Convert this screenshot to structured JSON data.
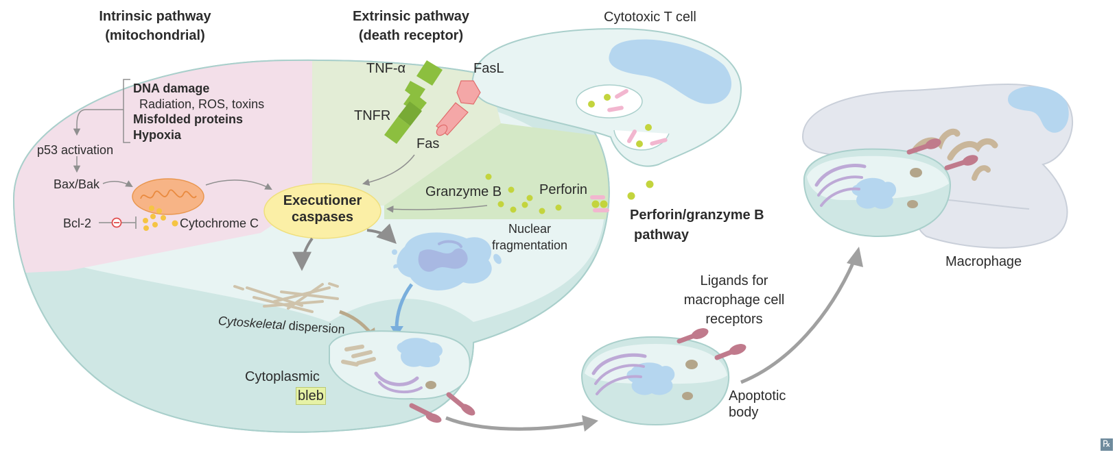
{
  "headers": {
    "intrinsic_line1": "Intrinsic pathway",
    "intrinsic_line2": "(mitochondrial)",
    "extrinsic_line1": "Extrinsic pathway",
    "extrinsic_line2": "(death receptor)",
    "cytotoxic_t_cell": "Cytotoxic T cell",
    "perforin_line1": "Perforin/granzyme B",
    "perforin_line2": "pathway",
    "macrophage": "Macrophage"
  },
  "intrinsic": {
    "dna_damage": "DNA damage",
    "dna_damage_causes": "Radiation, ROS, toxins",
    "misfolded_proteins": "Misfolded proteins",
    "hypoxia": "Hypoxia",
    "p53": "p53 activation",
    "bax_bak": "Bax/Bak",
    "bcl2": "Bcl-2",
    "cytochrome_c": "Cytochrome C"
  },
  "extrinsic": {
    "tnf_alpha": "TNF-α",
    "tnfr": "TNFR",
    "fasl": "FasL",
    "fas": "Fas"
  },
  "center": {
    "executioner_line1": "Executioner",
    "executioner_line2": "caspases",
    "granzyme_b": "Granzyme B",
    "perforin": "Perforin",
    "nuclear_line1": "Nuclear",
    "nuclear_line2": "fragmentation",
    "cyto_italic": "Cytoskeletal",
    "cyto_rest": " dispersion",
    "bleb_line1": "Cytoplasmic",
    "bleb_line2": "bleb"
  },
  "outcome": {
    "ligands_line1": "Ligands for",
    "ligands_line2": "macrophage cell",
    "ligands_line3": "receptors",
    "apoptotic_line1": "Apoptotic",
    "apoptotic_line2": "body"
  },
  "logo": "℞",
  "colors": {
    "intrinsic_region": "#f3dfe9",
    "extrinsic_region": "#e3edd6",
    "granzyme_region": "#d4e8c6",
    "cell_body": "#e8f4f3",
    "cell_rim": "#cfe7e4",
    "caspase_fill": "#fbefa6",
    "nucleus": "#b5d6ef",
    "mito": "#f7b486",
    "granule": "#c3d43d",
    "perforin_pink": "#f2b6cf",
    "tnfr_green": "#8cbf3f",
    "fasl_pink": "#f4a7a7",
    "ligand": "#c07a8c",
    "cytoskeleton": "#cfc3ab",
    "golgi": "#bda9d6",
    "arrow_gray": "#9a9a9a",
    "arrow_blue": "#79aedc",
    "arrow_tan": "#b9a98b"
  }
}
